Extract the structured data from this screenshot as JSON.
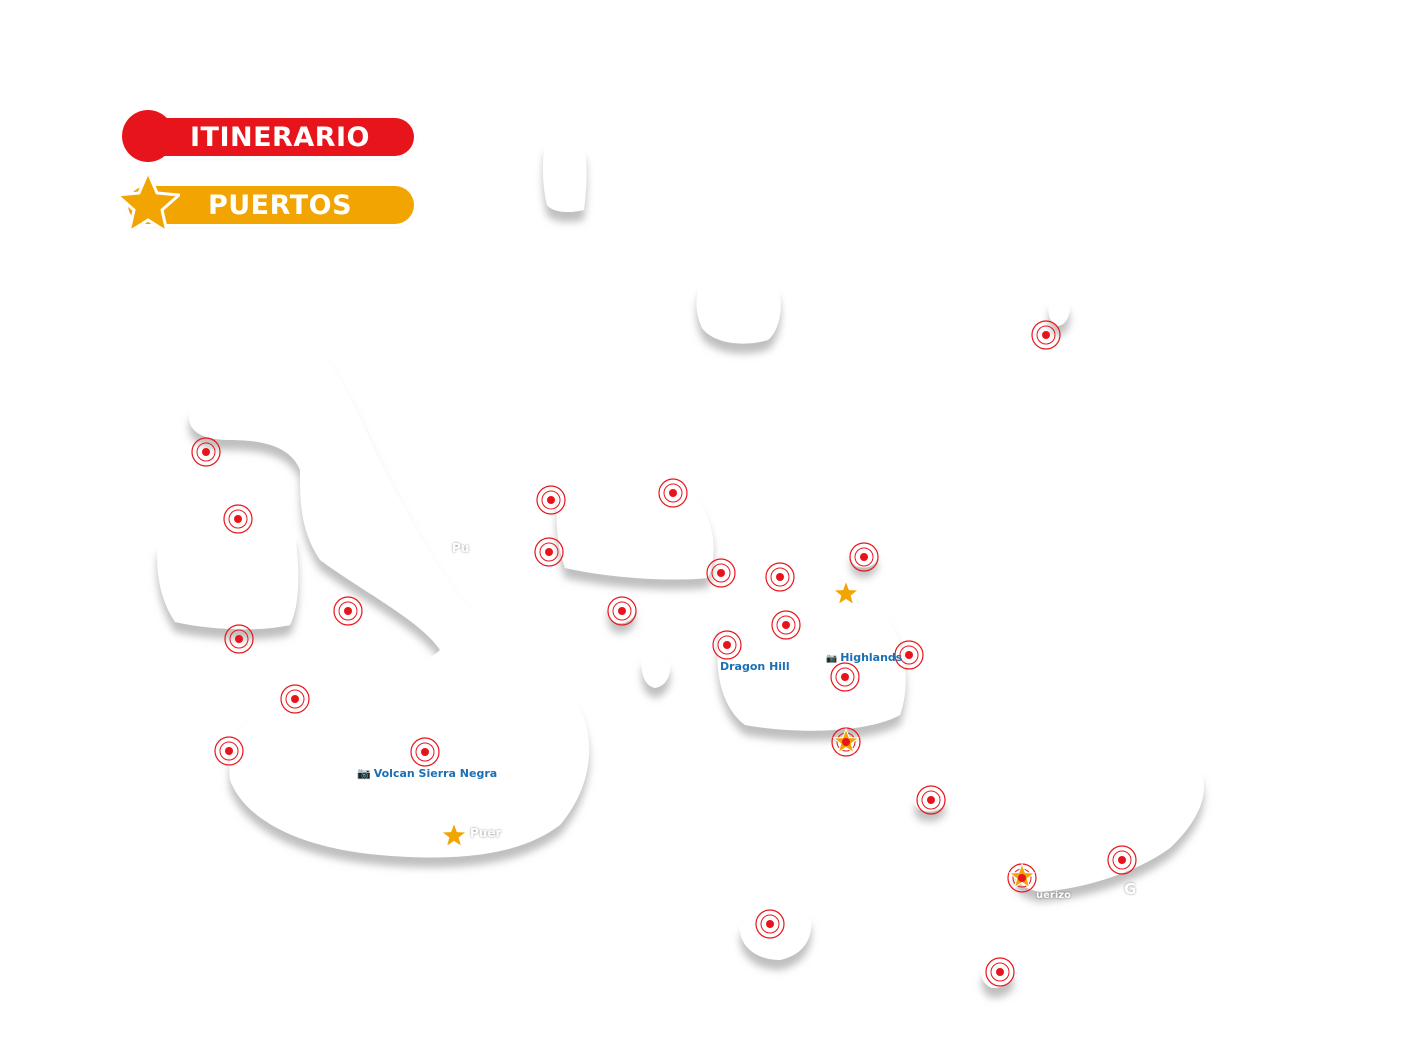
{
  "legend": {
    "itinerario_label": "ITINERARIO",
    "puertos_label": "PUERTOS",
    "itinerario_color": "#e8141b",
    "puertos_color": "#f2a400"
  },
  "labels": {
    "volcan_sierra_negra": "Volcan Sierra Negra",
    "dragon_hill": "Dragon Hill",
    "highlands": "Highlands",
    "puerto_villamil_partial": "Puer",
    "puerto_moreno_partial": "Pu",
    "puerto_baquerizo_partial": "uerizo",
    "galapaguera_partial": "G",
    "camera_icon": "camera-icon"
  },
  "marker_style": {
    "ring_color": "#e8141b",
    "dot_color": "#e8141b",
    "star_color": "#f2a400"
  }
}
